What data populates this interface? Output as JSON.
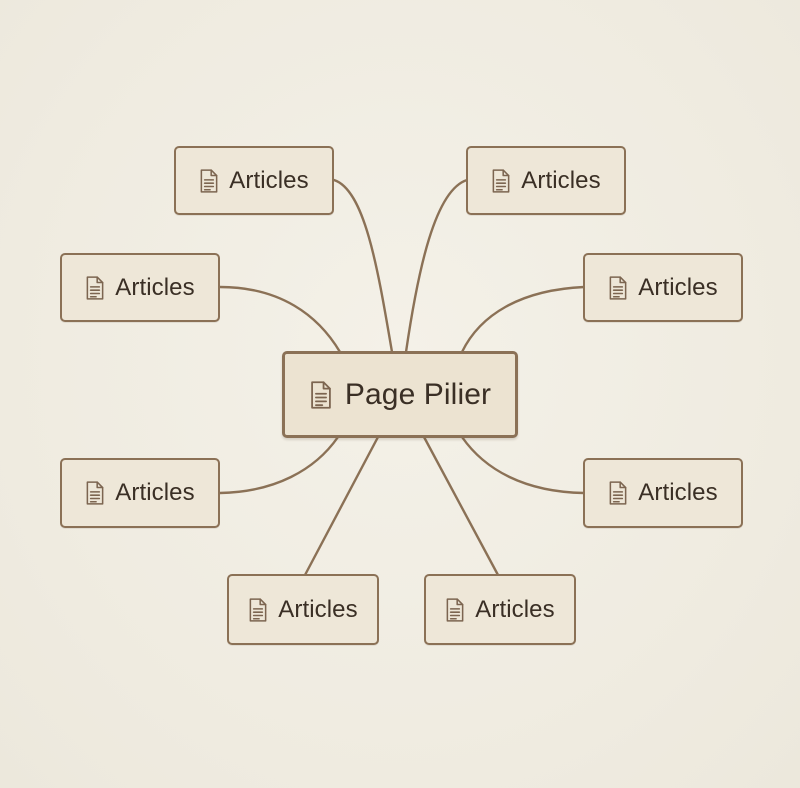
{
  "center": {
    "label": "Page Pilier",
    "icon": "document-icon"
  },
  "articles": [
    {
      "label": "Articles",
      "icon": "document-icon"
    },
    {
      "label": "Articles",
      "icon": "document-icon"
    },
    {
      "label": "Articles",
      "icon": "document-icon"
    },
    {
      "label": "Articles",
      "icon": "document-icon"
    },
    {
      "label": "Articles",
      "icon": "document-icon"
    },
    {
      "label": "Articles",
      "icon": "document-icon"
    },
    {
      "label": "Articles",
      "icon": "document-icon"
    },
    {
      "label": "Articles",
      "icon": "document-icon"
    }
  ],
  "colors": {
    "background": "#f1eee4",
    "node_fill": "#eee7d8",
    "node_border": "#8b7156",
    "text": "#3a2f25"
  }
}
